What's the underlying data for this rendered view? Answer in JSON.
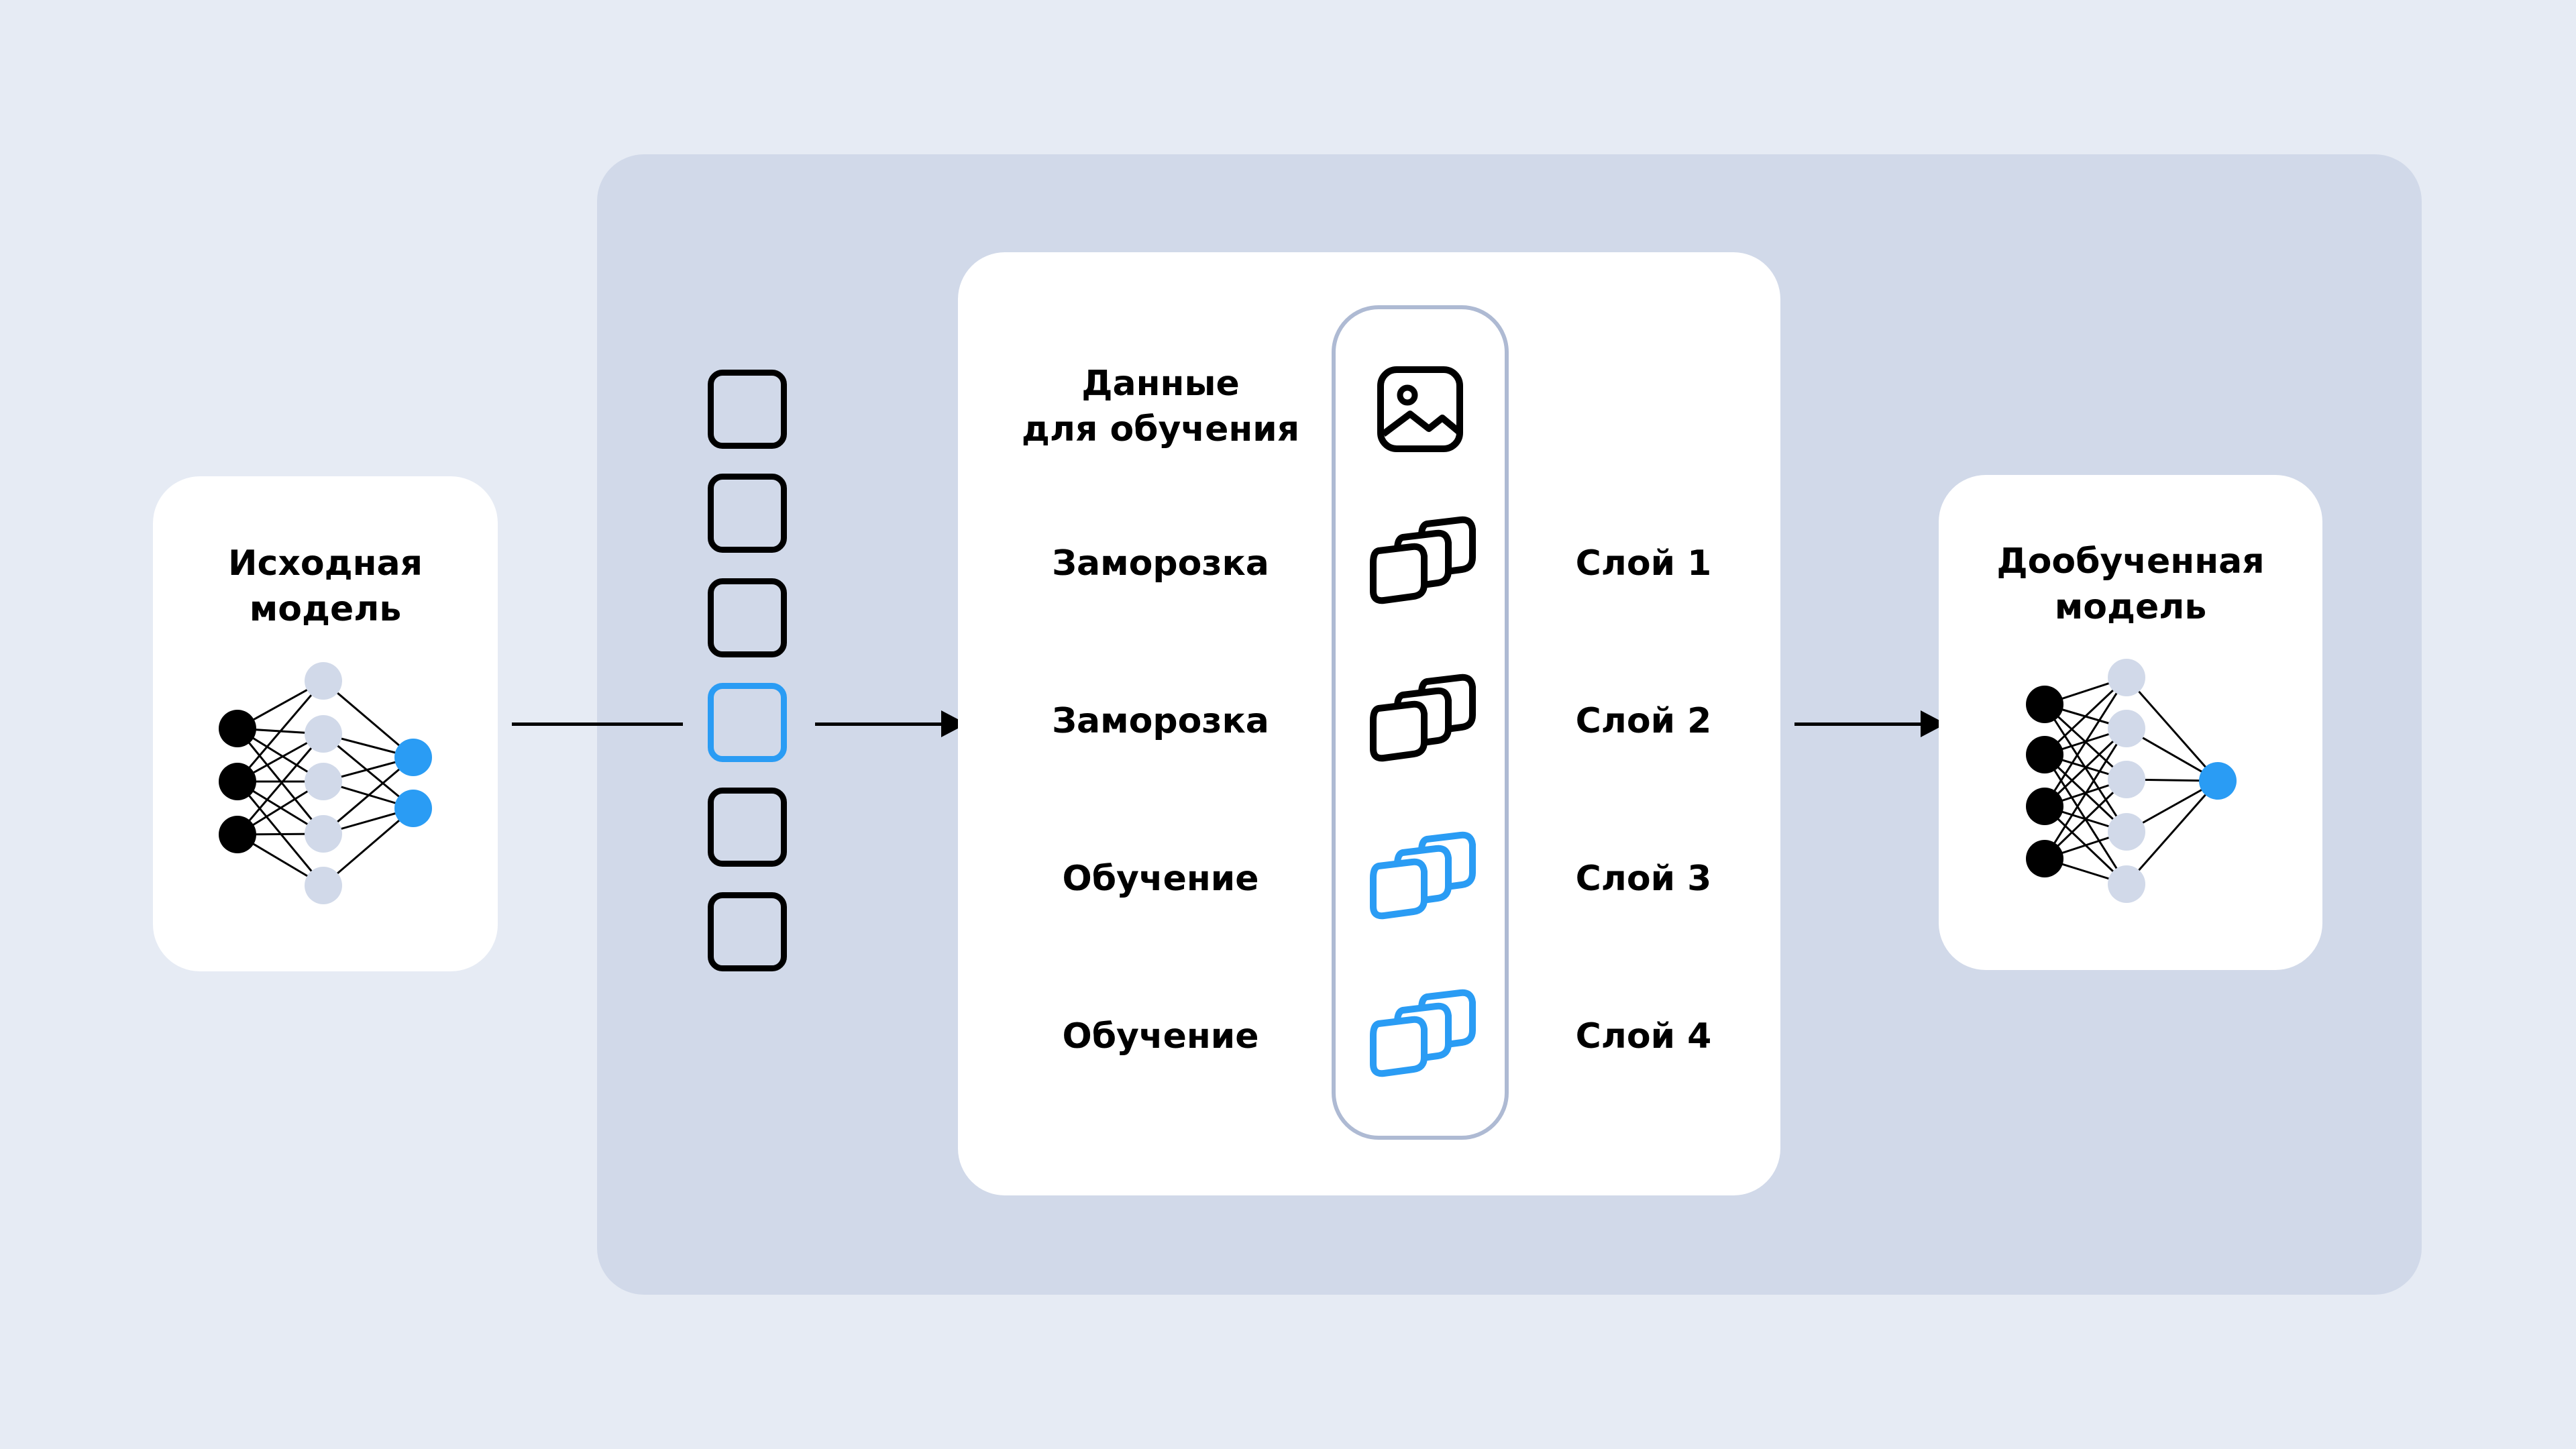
{
  "source_model": {
    "title": "Исходная\nмодель"
  },
  "finetuned_model": {
    "title": "Дообученная\nмодель"
  },
  "training": {
    "data_label": "Данные\nдля обучения",
    "rows": [
      {
        "status": "Заморозка",
        "layer": "Слой 1",
        "trainable": false
      },
      {
        "status": "Заморозка",
        "layer": "Слой 2",
        "trainable": false
      },
      {
        "status": "Обучение",
        "layer": "Слой 3",
        "trainable": true
      },
      {
        "status": "Обучение",
        "layer": "Слой 4",
        "trainable": true
      }
    ]
  },
  "batch": {
    "count": 6,
    "active_index": 3
  },
  "colors": {
    "accent": "#2a9cf4",
    "node_inactive": "#d1d9e9",
    "node_input": "#000000",
    "panel": "#d1d9e9",
    "background": "#e6ebf4"
  },
  "icons": {
    "data": "image-icon",
    "layer": "layers-stack-icon",
    "network": "neural-network-icon"
  }
}
